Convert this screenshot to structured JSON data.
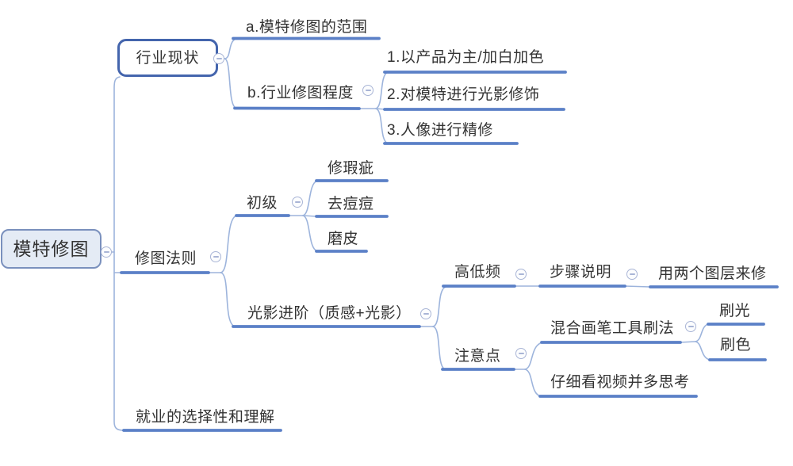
{
  "colors": {
    "background": "#ffffff",
    "underline": "#5b80c7",
    "connector": "#9db4dc",
    "root_fill": "#e4ebf5",
    "root_border": "#7a90bd",
    "industry_border": "#4465ad",
    "collapse_icon": "#a9b5d6",
    "text": "#333333"
  },
  "mindmap": {
    "root": {
      "label": "模特修图"
    },
    "branches": [
      {
        "label": "行业现状",
        "children": [
          {
            "label": "a.模特修图的范围"
          },
          {
            "label": "b.行业修图程度",
            "children": [
              {
                "label": "1.以产品为主/加白加色"
              },
              {
                "label": "2.对模特进行光影修饰"
              },
              {
                "label": "3.人像进行精修"
              }
            ]
          }
        ]
      },
      {
        "label": "修图法则",
        "children": [
          {
            "label": "初级",
            "children": [
              {
                "label": "修瑕疵"
              },
              {
                "label": "去痘痘"
              },
              {
                "label": "磨皮"
              }
            ]
          },
          {
            "label": "光影进阶（质感+光影）",
            "children": [
              {
                "label": "高低频",
                "children": [
                  {
                    "label": "步骤说明",
                    "children": [
                      {
                        "label": "用两个图层来修"
                      }
                    ]
                  }
                ]
              },
              {
                "label": "注意点",
                "children": [
                  {
                    "label": "混合画笔工具刷法",
                    "children": [
                      {
                        "label": "刷光"
                      },
                      {
                        "label": "刷色"
                      }
                    ]
                  },
                  {
                    "label": "仔细看视频并多思考"
                  }
                ]
              }
            ]
          }
        ]
      },
      {
        "label": "就业的选择性和理解"
      }
    ]
  }
}
